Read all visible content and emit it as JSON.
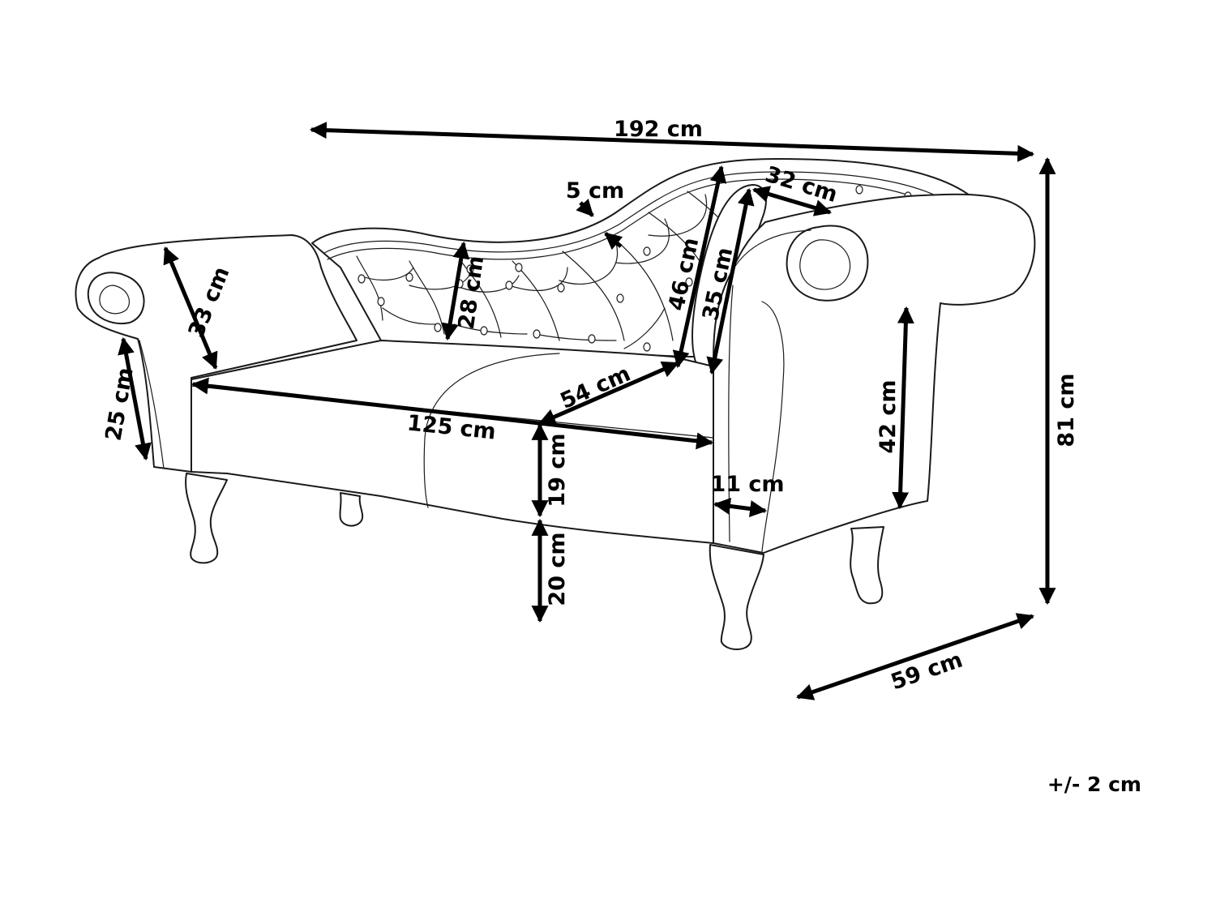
{
  "dimensions": {
    "total_width": "192 cm",
    "total_height": "81 cm",
    "depth": "59 cm",
    "backrest_top_thickness": "5 cm",
    "headrest_width": "32 cm",
    "backrest_height_max": "46 cm",
    "headrest_height": "35 cm",
    "backrest_height_low": "28 cm",
    "left_arm_height": "33 cm",
    "left_arm_front": "25 cm",
    "seat_depth": "54 cm",
    "seat_width": "125 cm",
    "seat_thickness": "19 cm",
    "leg_height": "20 cm",
    "arm_thickness": "11 cm",
    "arm_height": "42 cm"
  },
  "tolerance": "+/- 2 cm",
  "colors": {
    "line": "#1a1a1a",
    "arrow": "#000000",
    "background": "#ffffff"
  }
}
